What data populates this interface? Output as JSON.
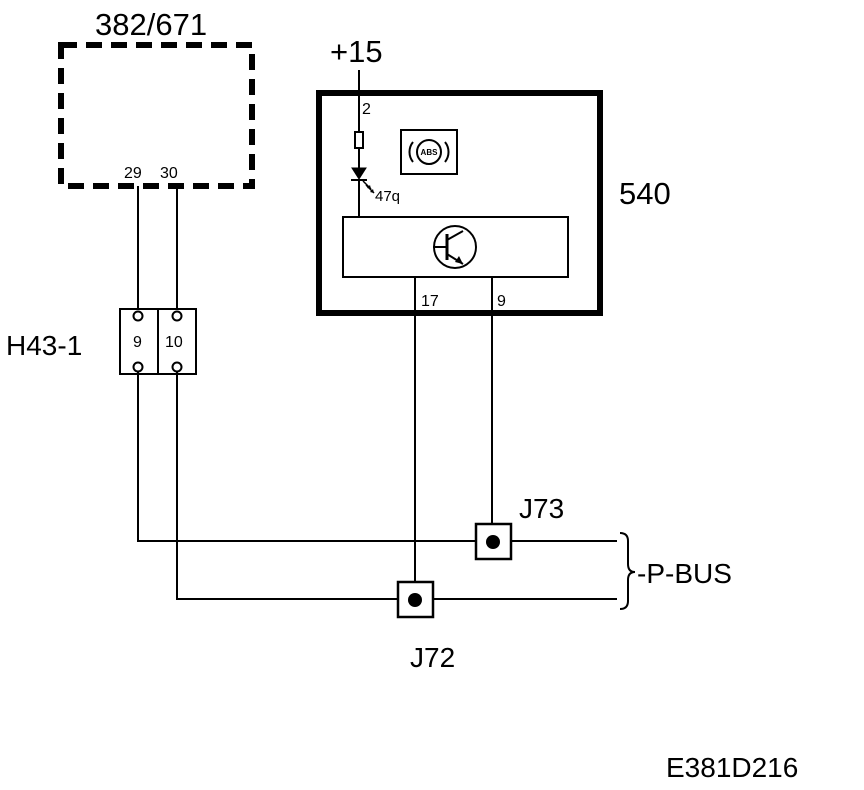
{
  "diagram": {
    "component_382": {
      "label": "382/671",
      "pin_a": "29",
      "pin_b": "30"
    },
    "connector_h43": {
      "label": "H43-1",
      "pin_a": "9",
      "pin_b": "10"
    },
    "supply": {
      "label": "+15"
    },
    "component_540": {
      "label": "540",
      "pin_supply": "2",
      "lamp_label": "47q",
      "pin_out_a": "17",
      "pin_out_b": "9",
      "indicator_text": "ABS"
    },
    "junction_j73": {
      "label": "J73"
    },
    "junction_j72": {
      "label": "J72"
    },
    "bus": {
      "label": "-P-BUS"
    },
    "reference": {
      "code": "E381D216"
    }
  }
}
